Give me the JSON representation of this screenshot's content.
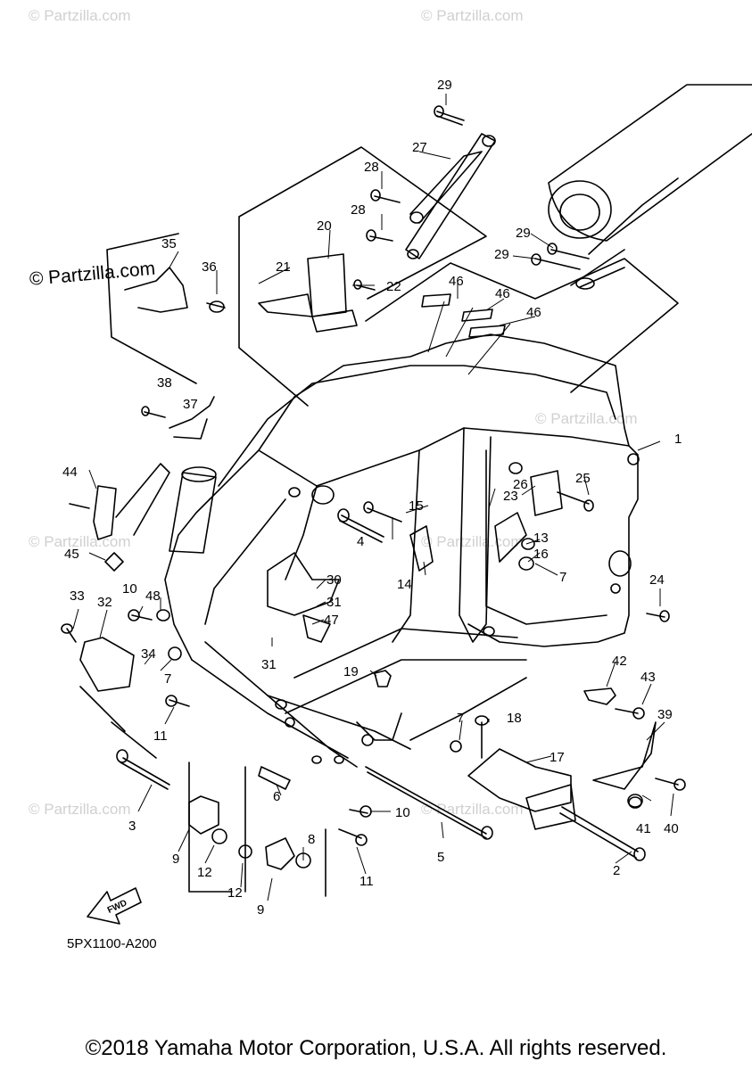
{
  "watermarks": [
    "© Partzilla.com",
    "© Partzilla.com",
    "© Partzilla.com",
    "© Partzilla.com",
    "© Partzilla.com",
    "© Partzilla.com",
    "© Partzilla.com"
  ],
  "copyright_top": "© Partzilla.com",
  "diagram_code": "5PX1100-A200",
  "fwd_label": "FWD",
  "footer": "©2018 Yamaha Motor Corporation, U.S.A. All rights reserved.",
  "callouts": {
    "c1": "1",
    "c2": "2",
    "c3": "3",
    "c4": "4",
    "c5": "5",
    "c6": "6",
    "c7a": "7",
    "c7b": "7",
    "c7c": "7",
    "c8": "8",
    "c9a": "9",
    "c9b": "9",
    "c10a": "10",
    "c10b": "10",
    "c11a": "11",
    "c11b": "11",
    "c12a": "12",
    "c12b": "12",
    "c13": "13",
    "c14": "14",
    "c15": "15",
    "c16": "16",
    "c17": "17",
    "c18": "18",
    "c19": "19",
    "c20": "20",
    "c21": "21",
    "c22": "22",
    "c23": "23",
    "c24": "24",
    "c25": "25",
    "c26": "26",
    "c27": "27",
    "c28a": "28",
    "c28b": "28",
    "c29a": "29",
    "c29b": "29",
    "c29c": "29",
    "c30": "30",
    "c31a": "31",
    "c31b": "31",
    "c32": "32",
    "c33": "33",
    "c34": "34",
    "c35": "35",
    "c36": "36",
    "c37": "37",
    "c38": "38",
    "c39": "39",
    "c40": "40",
    "c41": "41",
    "c42": "42",
    "c43": "43",
    "c44": "44",
    "c45": "45",
    "c46a": "46",
    "c46b": "46",
    "c46c": "46",
    "c47": "47",
    "c48": "48"
  }
}
